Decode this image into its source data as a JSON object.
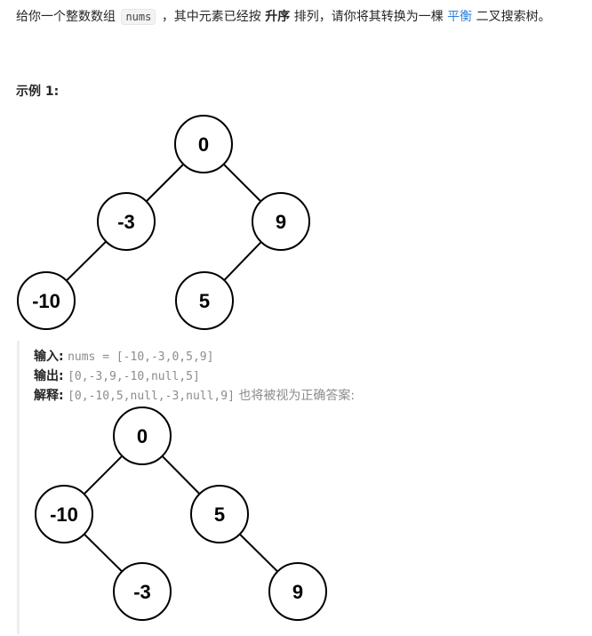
{
  "description": {
    "p1": "给你一个整数数组",
    "code": "nums",
    "p2": "，其中元素已经按",
    "bold": "升序",
    "p3": "排列，请你将其转换为一棵",
    "link": "平衡",
    "p4": "二叉搜索树。"
  },
  "example": {
    "title": "示例 1:",
    "input_label": "输入:",
    "input_value": "nums = [-10,-3,0,5,9]",
    "output_label": "输出:",
    "output_value": "[0,-3,9,-10,null,5]",
    "explain_label": "解释:",
    "explain_value": "[0,-10,5,null,-3,null,9]",
    "explain_text": "也将被视为正确答案:"
  },
  "tree1": {
    "nodes": [
      "0",
      "-3",
      "9",
      "-10",
      "5"
    ]
  },
  "tree2": {
    "nodes": [
      "0",
      "-10",
      "5",
      "-3",
      "9"
    ]
  }
}
